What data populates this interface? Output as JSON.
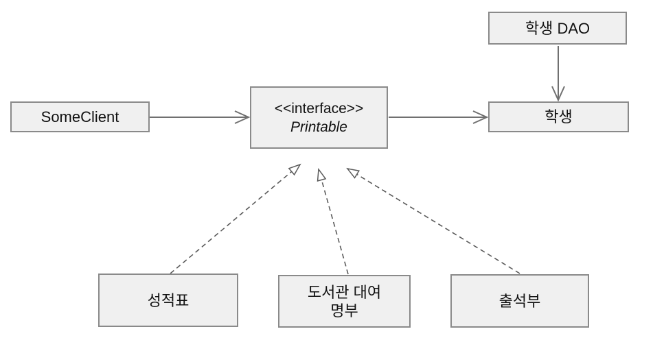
{
  "diagram": {
    "type": "uml-class-diagram",
    "background": "#ffffff",
    "colors": {
      "node_fill": "#f0f0f0",
      "node_border": "#8a8a8a",
      "solid_edge": "#707070",
      "dashed_edge": "#5a5a5a",
      "text": "#111111"
    },
    "nodes": [
      {
        "id": "someclient",
        "label": "SomeClient"
      },
      {
        "id": "printable",
        "stereotype": "<<interface>>",
        "name": "Printable"
      },
      {
        "id": "student-dao",
        "label": "학생 DAO"
      },
      {
        "id": "student",
        "label": "학생"
      },
      {
        "id": "report-card",
        "label": "성적표"
      },
      {
        "id": "library-rental-roster",
        "label": "도서관 대여\n명부"
      },
      {
        "id": "attendance-book",
        "label": "출석부"
      }
    ],
    "edges": [
      {
        "from": "SomeClient",
        "to": "Printable",
        "style": "solid",
        "arrowhead": "open-v"
      },
      {
        "from": "Printable",
        "to": "학생",
        "style": "solid",
        "arrowhead": "open-v"
      },
      {
        "from": "학생 DAO",
        "to": "학생",
        "style": "solid",
        "arrowhead": "open-v"
      },
      {
        "from": "성적표",
        "to": "Printable",
        "style": "dashed",
        "arrowhead": "hollow-triangle"
      },
      {
        "from": "도서관 대여 명부",
        "to": "Printable",
        "style": "dashed",
        "arrowhead": "hollow-triangle"
      },
      {
        "from": "출석부",
        "to": "Printable",
        "style": "dashed",
        "arrowhead": "hollow-triangle"
      }
    ]
  }
}
